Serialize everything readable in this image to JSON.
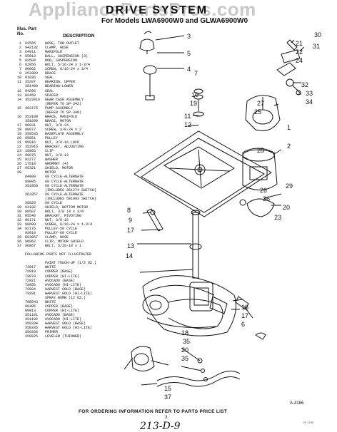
{
  "watermark": "AppliancePartsPros.com",
  "header": {
    "title": "DRIVE SYSTEM",
    "subtitle": "For Models LWA6900W0 and GLWA6900W0"
  },
  "columns": {
    "illus_part": "Illus. Part",
    "no": "No.",
    "description": "DESCRIPTION"
  },
  "parts": [
    {
      "no": "1",
      "part": "93565",
      "desc": "HOSE, TUB OUTLET"
    },
    {
      "no": "2",
      "part": "94213Z",
      "desc": "CLAMP, HOSE"
    },
    {
      "no": "3",
      "part": "64911",
      "desc": "MANIFOLD"
    },
    {
      "no": "4",
      "part": "65913",
      "desc": "BALL, SUSPENSION (3)"
    },
    {
      "no": "5",
      "part": "92584",
      "desc": "ROD, SUSPENSION"
    },
    {
      "no": "6",
      "part": "82056",
      "desc": "BOLT, 5/16-24 x 1-3/4"
    },
    {
      "no": "7",
      "part": "90062",
      "desc": "SCREW, 6/16-24 x 3/4"
    },
    {
      "no": "8",
      "part": "253303",
      "desc": "BRACE"
    },
    {
      "no": "10",
      "part": "91936",
      "desc": "SEAL"
    },
    {
      "no": "11",
      "part": "35207",
      "desc": "BEARING, UPPER"
    },
    {
      "no": "",
      "part": "351409",
      "desc": "BEARING—LOWER"
    },
    {
      "no": "12",
      "part": "94206",
      "desc": "SEAL"
    },
    {
      "no": "13",
      "part": "92459",
      "desc": "SPACER"
    },
    {
      "no": "14",
      "part": "3522016",
      "desc": "GEAR CASE ASSEMBLY"
    },
    {
      "no": "",
      "part": "",
      "desc": "(REFER TO SP-342)"
    },
    {
      "no": "15",
      "part": "362175",
      "desc": "PUMP ASSEMBLY"
    },
    {
      "no": "",
      "part": "",
      "desc": "(REFER TO SP-348)"
    },
    {
      "no": "16",
      "part": "353100",
      "desc": "BRACE, MANIFOLD"
    },
    {
      "no": "",
      "part": "351699",
      "desc": "BRACE, MOTOR"
    },
    {
      "no": "17",
      "part": "98031",
      "desc": "NUT, 3/8-24"
    },
    {
      "no": "18",
      "part": "90077",
      "desc": "SCREW, 3/8-24 x 2"
    },
    {
      "no": "19",
      "part": "358535",
      "desc": "BASEPLATE ASSEMBLY"
    },
    {
      "no": "20",
      "part": "95851",
      "desc": "PULLEY"
    },
    {
      "no": "21",
      "part": "95016",
      "desc": "NUT, 3/8-16 LOCK"
    },
    {
      "no": "22",
      "part": "352916",
      "desc": "BRACKET, ADJUSTING"
    },
    {
      "no": "23",
      "part": "15865",
      "desc": "CLIP"
    },
    {
      "no": "24",
      "part": "90075",
      "desc": "NUT, 3/8-13"
    },
    {
      "no": "25",
      "part": "92277",
      "desc": "WASHER"
    },
    {
      "no": "26",
      "part": "17518",
      "desc": "GROMMET (4)"
    },
    {
      "no": "27",
      "part": "95321",
      "desc": "SHIELD, MOTOR"
    },
    {
      "no": "28",
      "part": "",
      "desc": "MOTOR"
    },
    {
      "no": "",
      "part": "84909",
      "desc": "60 CYCLE-ALTERNATE"
    },
    {
      "no": "",
      "part": "89005",
      "desc": "60 CYCLE-ALTERNATE"
    },
    {
      "no": "",
      "part": "351858",
      "desc": "60 CYCLE-ALTERNATE"
    },
    {
      "no": "",
      "part": "",
      "desc": "(INCLUDES 351274 SWITCH)"
    },
    {
      "no": "",
      "part": "363357",
      "desc": "60 CYCLE-ALTERNATE"
    },
    {
      "no": "",
      "part": "",
      "desc": "(INCLUDES 581993 SWITCH)"
    },
    {
      "no": "",
      "part": "35825",
      "desc": "50 CYCLE"
    },
    {
      "no": "29",
      "part": "93182",
      "desc": "SHIELD, BOTTOM MOTOR"
    },
    {
      "no": "30",
      "part": "90587",
      "desc": "BOLT, 3/8 (4 x 3/4"
    },
    {
      "no": "31",
      "part": "95540",
      "desc": "BRACKET, PIVOTING"
    },
    {
      "no": "32",
      "part": "95171",
      "desc": "NUT, 3/8-16"
    },
    {
      "no": "33",
      "part": "90609",
      "desc": "SCREW, 6/16-24 x 1-3/4"
    },
    {
      "no": "34",
      "part": "92176",
      "desc": "PULLEY-50 CYCLE"
    },
    {
      "no": "",
      "part": "93019",
      "desc": "PULLEY-60 CYCLE"
    },
    {
      "no": "35",
      "part": "853857",
      "desc": "CLAMP, HOSE"
    },
    {
      "no": "36",
      "part": "96862",
      "desc": "CLIP, MOTOR SHIELD"
    },
    {
      "no": "37",
      "part": "96867",
      "desc": "BOLT, 5/16-18 x 1"
    },
    {
      "no": "",
      "part": "",
      "desc": ""
    },
    {
      "no": "",
      "part": "FOLLOWING PARTS NOT ILLUSTRATED",
      "desc": ""
    },
    {
      "no": "",
      "part": "",
      "desc": ""
    },
    {
      "no": "",
      "part": "",
      "desc": "PAINT TOUCH-UP (1/2 OZ.)"
    },
    {
      "no": "",
      "part": "72817",
      "desc": "WHITE"
    },
    {
      "no": "",
      "part": "72819",
      "desc": "COPPER (BASE)"
    },
    {
      "no": "",
      "part": "73070",
      "desc": "COPPER (HI-LITE)"
    },
    {
      "no": "",
      "part": "72821",
      "desc": "AVOCADO (BASE)"
    },
    {
      "no": "",
      "part": "73055",
      "desc": "AVOCADO (HI-LITE)"
    },
    {
      "no": "",
      "part": "72894",
      "desc": "HARVEST GOLD (BASE)"
    },
    {
      "no": "",
      "part": "73291",
      "desc": "HARVEST GOLD (HI-LITE)"
    },
    {
      "no": "",
      "part": "",
      "desc": "SPRAY BOMB (12 OZ.)"
    },
    {
      "no": "",
      "part": "798543",
      "desc": "WHITE"
    },
    {
      "no": "",
      "part": "89485",
      "desc": "COPPER (BASE)"
    },
    {
      "no": "",
      "part": "89913",
      "desc": "COPPER (HI-LITE)"
    },
    {
      "no": "",
      "part": "351191",
      "desc": "AVOCADO (BASE)"
    },
    {
      "no": "",
      "part": "351192",
      "desc": "AVOCADO (HI-LITE)"
    },
    {
      "no": "",
      "part": "350334",
      "desc": "HARVEST GOLD (BASE)"
    },
    {
      "no": "",
      "part": "350335",
      "desc": "HARVEST GOLD (HI-LITE)"
    },
    {
      "no": "",
      "part": "350336",
      "desc": "PRIMER"
    },
    {
      "no": "",
      "part": "350925",
      "desc": "LEVELER (THINNER)"
    }
  ],
  "callouts": {
    "c1": "1",
    "c2": "2",
    "c3": "3",
    "c4": "4",
    "c5": "5",
    "c6": "6",
    "c7": "7",
    "c8": "8",
    "c9": "9",
    "c10": "10",
    "c11": "11",
    "c12": "12",
    "c13": "13",
    "c14": "14",
    "c15": "15",
    "c16": "16",
    "c17": "17",
    "c18": "18",
    "c19": "19",
    "c20": "20",
    "c21": "21",
    "c22": "22",
    "c23": "23",
    "c24": "24",
    "c25": "25",
    "c26": "26",
    "c27": "27",
    "c28": "28",
    "c29": "29",
    "c30": "30",
    "c31": "31",
    "c32": "32",
    "c33": "33",
    "c34": "34",
    "c35": "35",
    "c36": "36",
    "c37": "37",
    "c35b": "35",
    "c37b": "37"
  },
  "footer": "FOR ORDERING INFORMATION REFER TO PARTS PRICE LIST",
  "page_number": "3",
  "handwritten_note": "213-D-9",
  "figure_code": "A-4186",
  "corner_code": "SP-1185"
}
